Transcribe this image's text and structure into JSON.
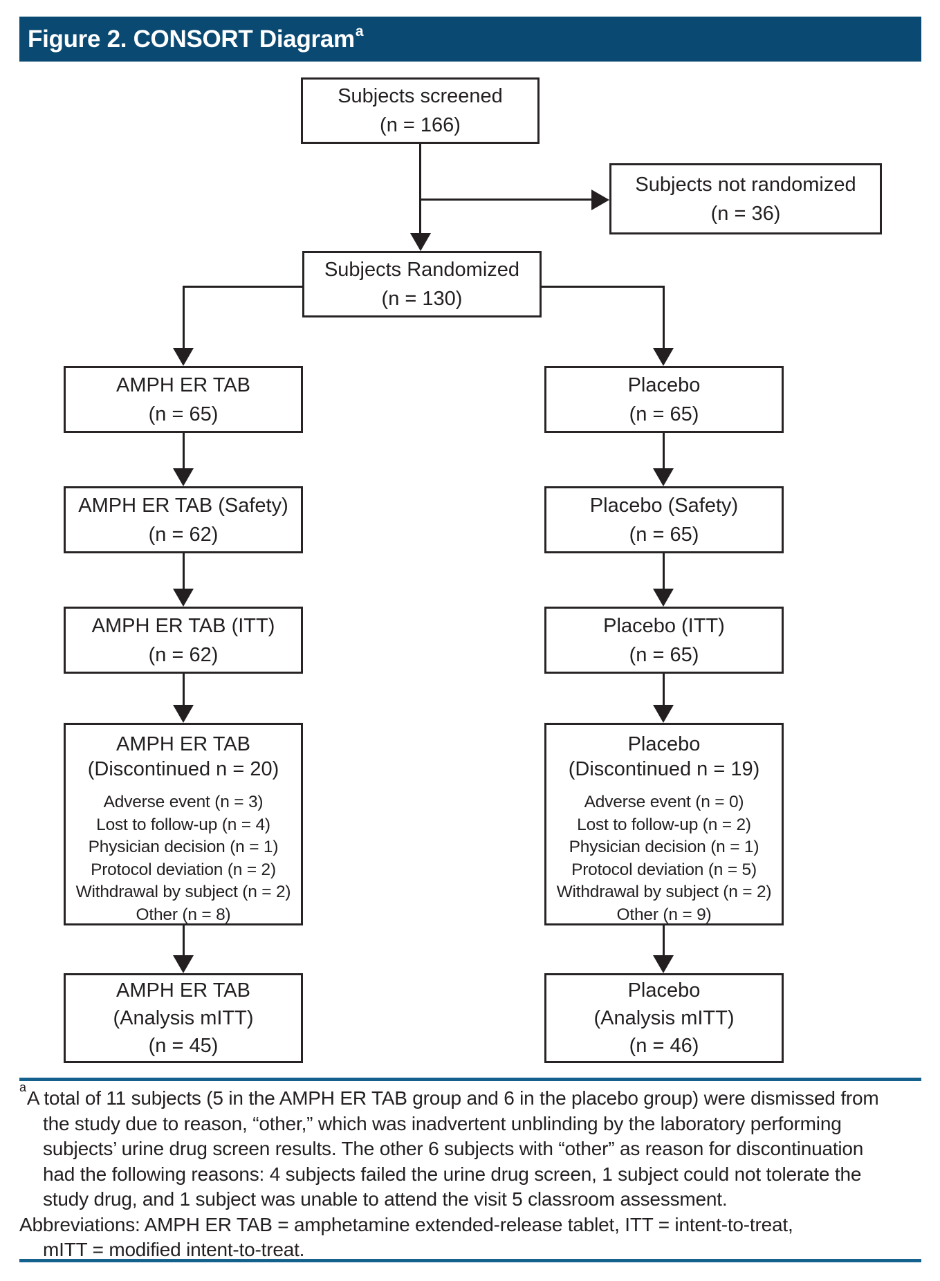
{
  "header": {
    "title": "Figure 2. CONSORT Diagram",
    "superscript": "a",
    "bg_color": "#0a4a72",
    "text_color": "#ffffff"
  },
  "colors": {
    "rule_blue": "#15618d",
    "box_border": "#282425",
    "connector": "#231f20",
    "text": "#231f20"
  },
  "boxes": {
    "screened": {
      "lines": [
        "Subjects screened",
        "(n = 166)"
      ]
    },
    "not_randomized": {
      "lines": [
        "Subjects not randomized",
        "(n = 36)"
      ]
    },
    "randomized": {
      "lines": [
        "Subjects Randomized",
        "(n = 130)"
      ]
    },
    "amph_arm": {
      "lines": [
        "AMPH ER TAB",
        "(n = 65)"
      ]
    },
    "placebo_arm": {
      "lines": [
        "Placebo",
        "(n = 65)"
      ]
    },
    "amph_safety": {
      "lines": [
        "AMPH ER TAB (Safety)",
        "(n = 62)"
      ]
    },
    "placebo_safety": {
      "lines": [
        "Placebo (Safety)",
        "(n = 65)"
      ]
    },
    "amph_itt": {
      "lines": [
        "AMPH ER TAB (ITT)",
        "(n = 62)"
      ]
    },
    "placebo_itt": {
      "lines": [
        "Placebo (ITT)",
        "(n = 65)"
      ]
    },
    "amph_disc": {
      "header": [
        "AMPH ER TAB",
        "(Discontinued n = 20)"
      ],
      "items": [
        "Adverse event (n = 3)",
        "Lost to follow-up (n = 4)",
        "Physician decision (n = 1)",
        "Protocol deviation (n = 2)",
        "Withdrawal by subject (n = 2)",
        "Other (n = 8)"
      ]
    },
    "placebo_disc": {
      "header": [
        "Placebo",
        "(Discontinued n = 19)"
      ],
      "items": [
        "Adverse event (n = 0)",
        "Lost to follow-up (n = 2)",
        "Physician decision (n = 1)",
        "Protocol deviation (n = 5)",
        "Withdrawal by subject (n = 2)",
        "Other (n = 9)"
      ]
    },
    "amph_analysis": {
      "lines": [
        "AMPH ER TAB",
        "(Analysis mITT)",
        "(n = 45)"
      ]
    },
    "placebo_analysis": {
      "lines": [
        "Placebo",
        "(Analysis mITT)",
        "(n = 46)"
      ]
    }
  },
  "footnote": {
    "marker": "a",
    "lines": [
      "A total of 11 subjects (5 in the AMPH ER TAB group and 6 in the placebo group) were dismissed from",
      "the study due to reason, “other,” which was inadvertent unblinding by the laboratory performing",
      "subjects’ urine drug screen results. The other 6 subjects with “other” as reason for discontinuation",
      "had the following reasons: 4 subjects failed the urine drug screen, 1 subject could not tolerate the",
      "study drug, and 1 subject was unable to attend the visit 5 classroom assessment."
    ],
    "abbrev_lines": [
      "Abbreviations: AMPH ER TAB = amphetamine extended-release tablet, ITT = intent-to-treat,",
      "mITT = modified intent-to-treat."
    ]
  }
}
